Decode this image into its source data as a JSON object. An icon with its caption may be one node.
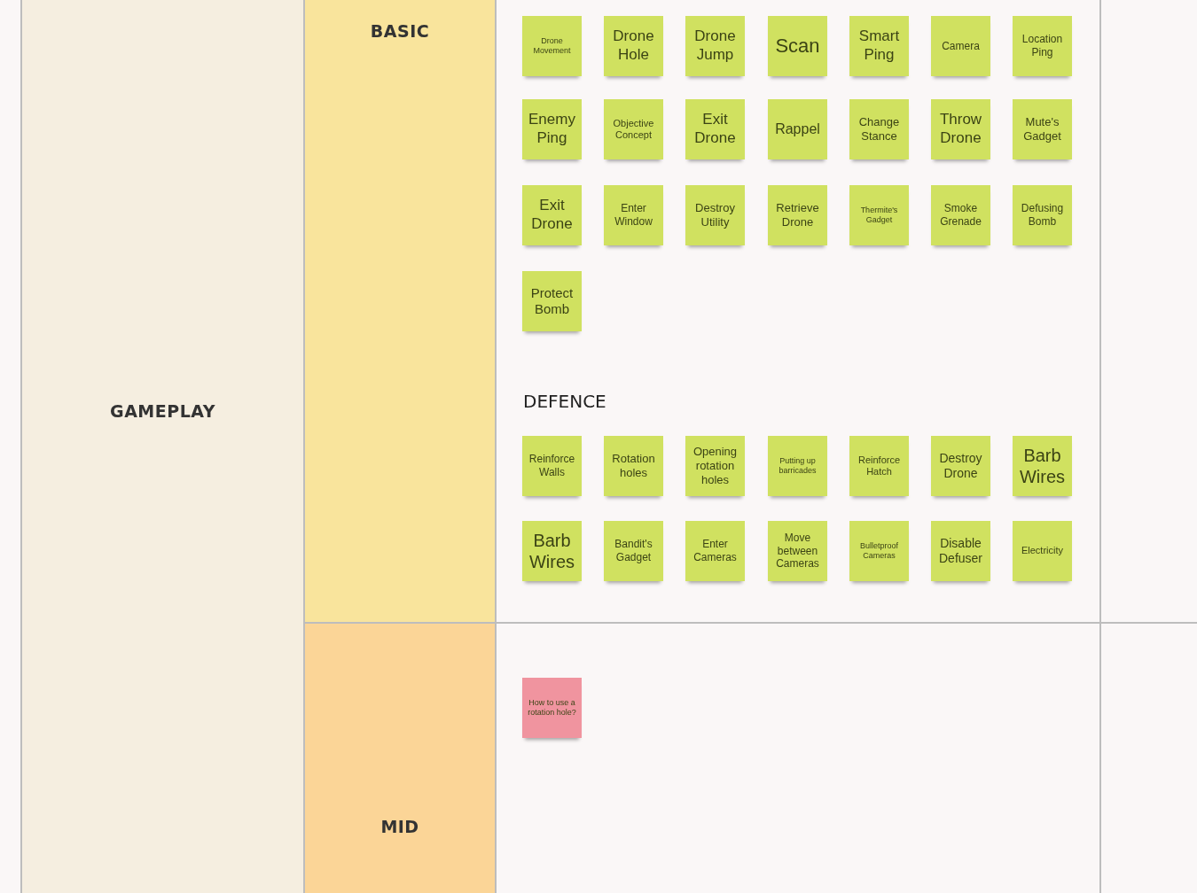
{
  "diagram": {
    "nodes": [
      {
        "text": [
          "GAMEPLAY"
        ]
      },
      {
        "text": [
          "BASIC"
        ]
      },
      {
        "text": [],
        "shape": "box"
      },
      {
        "text": [
          "Drone Movement"
        ],
        "in": 2
      },
      {
        "text": [
          "Drone Hole"
        ],
        "in": 2
      },
      {
        "text": [
          "Drone Jump"
        ],
        "in": 2
      },
      {
        "text": [
          "Scan"
        ],
        "in": 2
      },
      {
        "text": [
          "Smart Ping"
        ],
        "in": 2
      },
      {
        "text": [
          "Camera"
        ],
        "in": 2
      },
      {
        "text": [
          "Location Ping"
        ],
        "in": 2
      },
      {
        "text": [
          "Enemy Ping"
        ],
        "in": 2
      },
      {
        "text": [
          "Objective Concept"
        ],
        "in": 2
      },
      {
        "text": [
          "Exit Drone"
        ],
        "in": 2
      },
      {
        "text": [
          "Rappel"
        ],
        "in": 2
      },
      {
        "text": [
          "Change Stance"
        ],
        "in": 2
      },
      {
        "text": [
          "Throw Drone"
        ],
        "in": 2
      },
      {
        "text": [
          "Mute's Gadget"
        ],
        "in": 2
      },
      {
        "text": [
          "Exit Drone"
        ],
        "in": 2
      },
      {
        "text": [
          "Enter Window"
        ],
        "in": 2
      },
      {
        "text": [
          "Destroy Utility"
        ],
        "in": 2
      },
      {
        "text": [
          "Retrieve Drone"
        ],
        "in": 2
      },
      {
        "text": [
          "Thermite's Gadget"
        ],
        "in": 2
      },
      {
        "text": [
          "Smoke Grenade"
        ],
        "in": 2
      },
      {
        "text": [
          "Defusing Bomb"
        ],
        "in": 2
      },
      {
        "text": [
          "Protect Bomb"
        ],
        "in": 2
      },
      {
        "text": [
          "Reinforce Walls"
        ],
        "in": 2
      },
      {
        "text": [
          "Rotation holes"
        ],
        "in": 2
      },
      {
        "text": [
          "Opening rotation holes"
        ],
        "in": 2
      },
      {
        "text": [
          "Putting up barricades"
        ],
        "in": 2
      },
      {
        "text": [
          "Reinforce Hatch"
        ],
        "in": 2
      },
      {
        "text": [
          "Destroy Drone"
        ],
        "in": 2
      },
      {
        "text": [
          "Barb Wires"
        ],
        "in": 2
      },
      {
        "text": [
          "Barb Wires"
        ],
        "in": 2
      },
      {
        "text": [
          "Bandit's Gadget"
        ],
        "in": 2
      },
      {
        "text": [
          "Enter Cameras"
        ],
        "in": 2
      },
      {
        "text": [
          "Move between Cameras"
        ],
        "in": 2
      },
      {
        "text": [
          "Bulletproof Cameras"
        ],
        "in": 2
      },
      {
        "text": [
          "Disable Defuser"
        ],
        "in": 2
      },
      {
        "text": [
          "Electricity"
        ],
        "in": 2
      },
      {
        "text": [
          "MID"
        ]
      },
      {
        "text": [],
        "shape": "box"
      },
      {
        "text": [
          "How to use a rotation hole?"
        ],
        "in": 40
      }
    ],
    "labels": [
      "DEFENCE"
    ]
  }
}
